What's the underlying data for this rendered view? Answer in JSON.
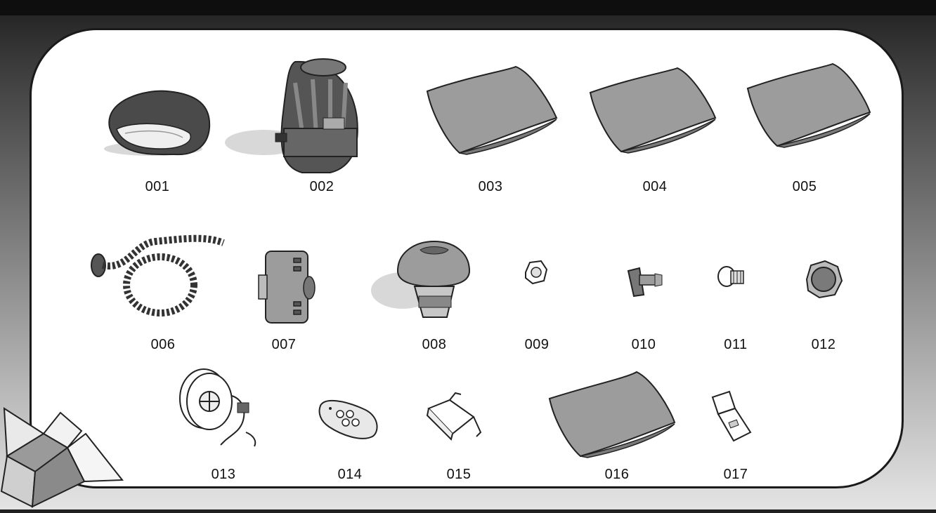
{
  "parts": [
    {
      "id": "001",
      "icon": "spa-cover-liner-icon"
    },
    {
      "id": "002",
      "icon": "pump-filter-unit-icon"
    },
    {
      "id": "003",
      "icon": "filter-cartridge-sleeve-icon"
    },
    {
      "id": "004",
      "icon": "filter-cartridge-sleeve-icon"
    },
    {
      "id": "005",
      "icon": "filter-cartridge-sleeve-icon"
    },
    {
      "id": "006",
      "icon": "inflation-hose-icon"
    },
    {
      "id": "007",
      "icon": "filter-cartridge-icon"
    },
    {
      "id": "008",
      "icon": "chemical-floater-icon"
    },
    {
      "id": "009",
      "icon": "drain-plug-cap-icon"
    },
    {
      "id": "010",
      "icon": "valve-connector-icon"
    },
    {
      "id": "011",
      "icon": "screw-connector-icon"
    },
    {
      "id": "012",
      "icon": "drain-cap-icon"
    },
    {
      "id": "013",
      "icon": "cable-reel-icon"
    },
    {
      "id": "014",
      "icon": "remote-control-icon"
    },
    {
      "id": "015",
      "icon": "power-adapter-icon"
    },
    {
      "id": "016",
      "icon": "cover-bag-icon"
    },
    {
      "id": "017",
      "icon": "buckle-clip-icon"
    }
  ],
  "decor": {
    "corner_icon": "open-box-icon"
  },
  "colors": {
    "part_fill": "#9c9c9c",
    "part_dark": "#4a4a4a",
    "outline": "#222222",
    "panel": "#ffffff"
  }
}
